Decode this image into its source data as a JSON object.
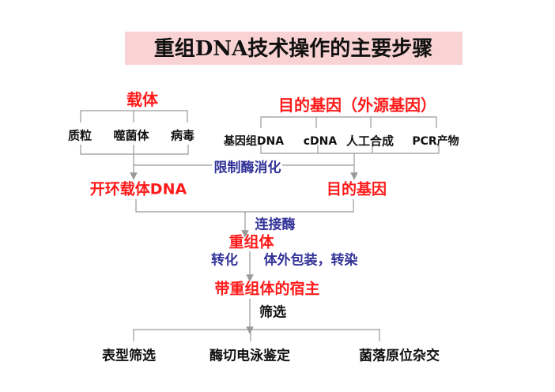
{
  "title": "重组DNA技术操作的主要步骤",
  "vector": {
    "label": "载体",
    "types": [
      "质粒",
      "噬菌体",
      "病毒"
    ]
  },
  "target_gene": {
    "label": "目的基因（外源基因）",
    "sources": [
      "基因组DNA",
      "cDNA",
      "人工合成",
      "PCR产物"
    ]
  },
  "step_digest": "限制酶消化",
  "open_vector": "开环载体DNA",
  "gene": "目的基因",
  "step_ligase": "连接酶",
  "recombinant": "重组体",
  "step_transform": "转化",
  "step_package": "体外包装，转染",
  "host": "带重组体的宿主",
  "step_screen": "筛选",
  "methods": [
    "表型筛选",
    "酶切电泳鉴定",
    "菌落原位杂交"
  ],
  "colors": {
    "red": "#ff1a1a",
    "blue": "#333399",
    "title_bg": "#f9d3d3",
    "line": "#999999"
  }
}
